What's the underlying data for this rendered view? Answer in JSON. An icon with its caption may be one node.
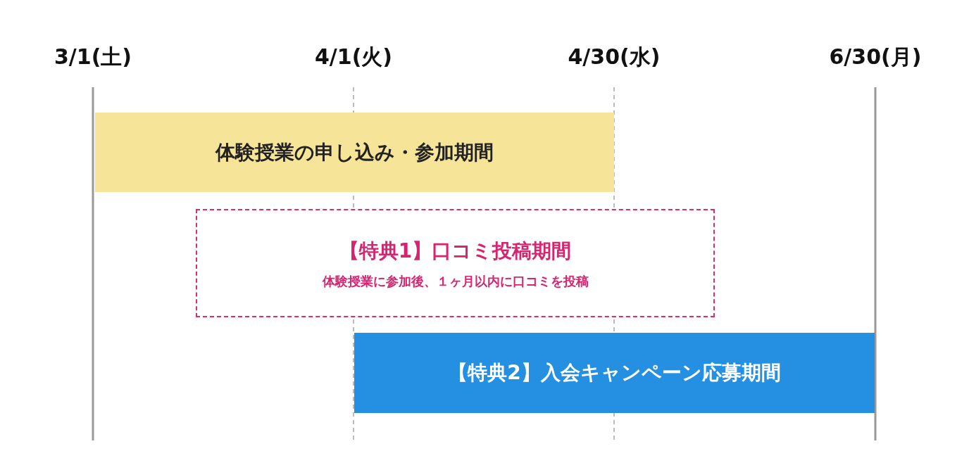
{
  "diagram": {
    "nodes": [
      {
        "text": [
          "体験授業の申し込み・参加期間"
        ]
      },
      {
        "text": [
          "【特典1】口コミ投稿期間",
          "体験授業に参加後、１ヶ月以内に口コミを投稿"
        ]
      },
      {
        "text": [
          "【特典2】入会キャンペーン応募期間"
        ]
      }
    ],
    "labels": [
      "3/1(土)",
      "4/1(火)",
      "4/30(水)",
      "6/30(月)"
    ]
  }
}
